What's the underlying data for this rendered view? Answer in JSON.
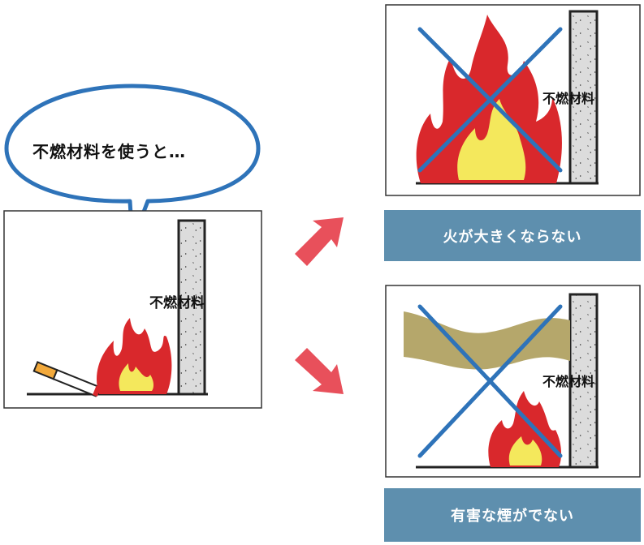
{
  "speech_bubble": {
    "text": "不燃材料を使うと…"
  },
  "scenario_before": {
    "material_label": "不燃材料"
  },
  "result_top": {
    "material_label": "不燃材料",
    "caption": "火が大きくならない"
  },
  "result_bottom": {
    "material_label": "不燃材料",
    "caption": "有害な煙がでない"
  },
  "colors": {
    "flame_outer": "#d9282c",
    "flame_inner": "#f4e85c",
    "cross": "#2e73b9",
    "arrow": "#e8505b",
    "banner": "#5e8fae",
    "bubble_border": "#2e73b9",
    "smoke": "#b5a76b"
  },
  "icons": [
    "cigarette-icon",
    "flame-icon",
    "cross-mark-icon",
    "arrow-icon",
    "wall-icon",
    "smoke-icon"
  ]
}
